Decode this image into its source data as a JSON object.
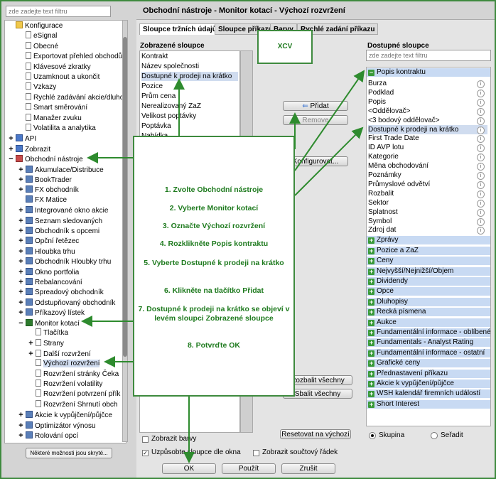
{
  "left_panel": {
    "filter_placeholder": "zde zadejte text filtru",
    "tree": [
      {
        "label": "Konfigurace",
        "level": 0,
        "icon": "folder-icon",
        "expander": ""
      },
      {
        "label": "eSignal",
        "level": 1,
        "icon": "page-icon",
        "expander": ""
      },
      {
        "label": "Obecné",
        "level": 1,
        "icon": "page-icon",
        "expander": ""
      },
      {
        "label": "Exportovat přehled obchodů",
        "level": 1,
        "icon": "page-icon",
        "expander": ""
      },
      {
        "label": "Klávesové zkratky",
        "level": 1,
        "icon": "page-icon",
        "expander": ""
      },
      {
        "label": "Uzamknout a ukončit",
        "level": 1,
        "icon": "page-icon",
        "expander": ""
      },
      {
        "label": "Vzkazy",
        "level": 1,
        "icon": "page-icon",
        "expander": ""
      },
      {
        "label": "Rychlé zadávání akcie/dluhopi",
        "level": 1,
        "icon": "page-icon",
        "expander": ""
      },
      {
        "label": "Smart směrování",
        "level": 1,
        "icon": "page-icon",
        "expander": ""
      },
      {
        "label": "Manažer zvuku",
        "level": 1,
        "icon": "page-icon",
        "expander": ""
      },
      {
        "label": "Volatilita a analytika",
        "level": 1,
        "icon": "page-icon",
        "expander": ""
      },
      {
        "label": "API",
        "level": 0,
        "icon": "api-icon",
        "expander": "+"
      },
      {
        "label": "Zobrazit",
        "level": 0,
        "icon": "display-icon",
        "expander": "+"
      },
      {
        "label": "Obchodní nástroje",
        "level": 0,
        "icon": "trading-tools-icon",
        "expander": "−"
      },
      {
        "label": "Akumulace/Distribuce",
        "level": 1,
        "icon": "tool-icon",
        "expander": "+"
      },
      {
        "label": "BookTrader",
        "level": 1,
        "icon": "tool-icon",
        "expander": "+"
      },
      {
        "label": "FX obchodník",
        "level": 1,
        "icon": "tool-icon",
        "expander": "+"
      },
      {
        "label": "FX Matice",
        "level": 1,
        "icon": "tool-icon",
        "expander": ""
      },
      {
        "label": "Integrované okno akcie",
        "level": 1,
        "icon": "tool-icon",
        "expander": "+"
      },
      {
        "label": "Seznam sledovaných",
        "level": 1,
        "icon": "tool-icon",
        "expander": "+"
      },
      {
        "label": "Obchodník s opcemi",
        "level": 1,
        "icon": "tool-icon",
        "expander": "+"
      },
      {
        "label": "Opční řetězec",
        "level": 1,
        "icon": "tool-icon",
        "expander": "+"
      },
      {
        "label": "Hloubka trhu",
        "level": 1,
        "icon": "tool-icon",
        "expander": "+"
      },
      {
        "label": "Obchodník Hloubky trhu",
        "level": 1,
        "icon": "tool-icon",
        "expander": "+"
      },
      {
        "label": "Okno portfolia",
        "level": 1,
        "icon": "tool-icon",
        "expander": "+"
      },
      {
        "label": "Rebalancování",
        "level": 1,
        "icon": "tool-icon",
        "expander": "+"
      },
      {
        "label": "Spreadový obchodník",
        "level": 1,
        "icon": "tool-icon",
        "expander": "+"
      },
      {
        "label": "Odstupňovaný obchodník",
        "level": 1,
        "icon": "tool-icon",
        "expander": "+"
      },
      {
        "label": "Příkazový lístek",
        "level": 1,
        "icon": "tool-icon",
        "expander": "+"
      },
      {
        "label": "Monitor kotací",
        "level": 1,
        "icon": "monitor-icon",
        "expander": "−"
      },
      {
        "label": "Tlačítka",
        "level": 2,
        "icon": "page-icon",
        "expander": ""
      },
      {
        "label": "Strany",
        "level": 2,
        "icon": "page-icon",
        "expander": "+"
      },
      {
        "label": "Další rozvržení",
        "level": 2,
        "icon": "page-icon",
        "expander": "+"
      },
      {
        "label": "Výchozí rozvržení",
        "level": 2,
        "icon": "page-icon",
        "expander": "",
        "selected": true
      },
      {
        "label": "Rozvržení stránky Čeka",
        "level": 2,
        "icon": "page-icon",
        "expander": ""
      },
      {
        "label": "Rozvržení volatility",
        "level": 2,
        "icon": "page-icon",
        "expander": ""
      },
      {
        "label": "Rozvržení potvrzení přík",
        "level": 2,
        "icon": "page-icon",
        "expander": ""
      },
      {
        "label": "Rozvržení Shrnutí obch",
        "level": 2,
        "icon": "page-icon",
        "expander": ""
      },
      {
        "label": "Akcie k vypůjčení/půjčce",
        "level": 1,
        "icon": "tool-icon",
        "expander": "+"
      },
      {
        "label": "Optimizátor výnosu",
        "level": 1,
        "icon": "tool-icon",
        "expander": "+"
      },
      {
        "label": "Rolování opcí",
        "level": 1,
        "icon": "tool-icon",
        "expander": "+"
      }
    ],
    "hidden_note": "Některé možnosti jsou skryté..."
  },
  "window": {
    "title": "Obchodní nástroje - Monitor kotací - Výchozí rozvržení"
  },
  "tabs": [
    "Sloupce tržních údajů",
    "Sloupce příkazu",
    "Barvy",
    "Rychlé zadání příkazu"
  ],
  "displayed_columns": {
    "label": "Zobrazené sloupce",
    "items": [
      "Kontrakt",
      "Název společnosti",
      "Dostupné k prodeji na krátko",
      "Pozice",
      "Prům cena",
      "Nerealizovaný ZaZ",
      "Velikost poptávky",
      "Poptávka",
      "Nabídka"
    ]
  },
  "middle_buttons": {
    "add": "Přidat",
    "remove": "Remove",
    "configure": "Konfigurovat...",
    "collapse_all": "Rozbalit všechny",
    "expand_all": "Sbalit všechny",
    "reset": "Resetovat na výchozí"
  },
  "available_columns": {
    "label": "Dostupné sloupce",
    "filter_placeholder": "zde zadejte text filtru",
    "group_header": "Popis kontraktu",
    "items": [
      "Burza",
      "Podklad",
      "Popis",
      "<Oddělovač>",
      "<3 bodový oddělovač>",
      "Dostupné k prodeji na krátko",
      "First Trade Date",
      "ID AVP lotu",
      "Kategorie",
      "Měna obchodování",
      "Poznámky",
      "Průmyslové odvětví",
      "Rozbalit",
      "Sektor",
      "Splatnost",
      "Symbol",
      "Zdroj dat"
    ],
    "groups": [
      "Zprávy",
      "Pozice a ZaZ",
      "Ceny",
      "Nejvyšší/Nejnižší/Objem",
      "Dividendy",
      "Opce",
      "Dluhopisy",
      "Řecká písmena",
      "Aukce",
      "Fundamentální informace - oblíbené",
      "Fundamentals - Analyst Rating",
      "Fundamentální informace - ostatní",
      "Grafické ceny",
      "Přednastavení příkazu",
      "Akcie k vypůjčení/půjčce",
      "WSH kalendář firemních událostí",
      "Short Interest"
    ],
    "group_icon": "plus-icon",
    "info_icon": "info-icon"
  },
  "options": {
    "show_colors": "Zobrazit barvy",
    "fit_columns": "Uzpůsobte sloupce dle okna",
    "show_sum_row": "Zobrazit součtový řádek",
    "group": "Skupina",
    "sort": "Seřadit"
  },
  "footer": {
    "ok": "OK",
    "apply": "Použít",
    "cancel": "Zrušit"
  },
  "overlay": {
    "xcv": "XCV",
    "steps": [
      "1. Zvolte Obchodní nástroje",
      "2. Vyberte Monitor kotací",
      "3. Označte Výchozí rozvržení",
      "4. Rozklikněte Popis kontraktu",
      "5. Vyberte Dostupné k prodeji na krátko",
      "6. Klikněte na tlačítko Přidat",
      "7. Dostupné k prodeji na krátko se objeví v levém sloupci Zobrazené sloupce",
      "8. Potvrďte OK"
    ]
  },
  "colors": {
    "accent_green": "#1e7a1e",
    "selection": "#d0dcef",
    "group_bg": "#c8daf3"
  }
}
